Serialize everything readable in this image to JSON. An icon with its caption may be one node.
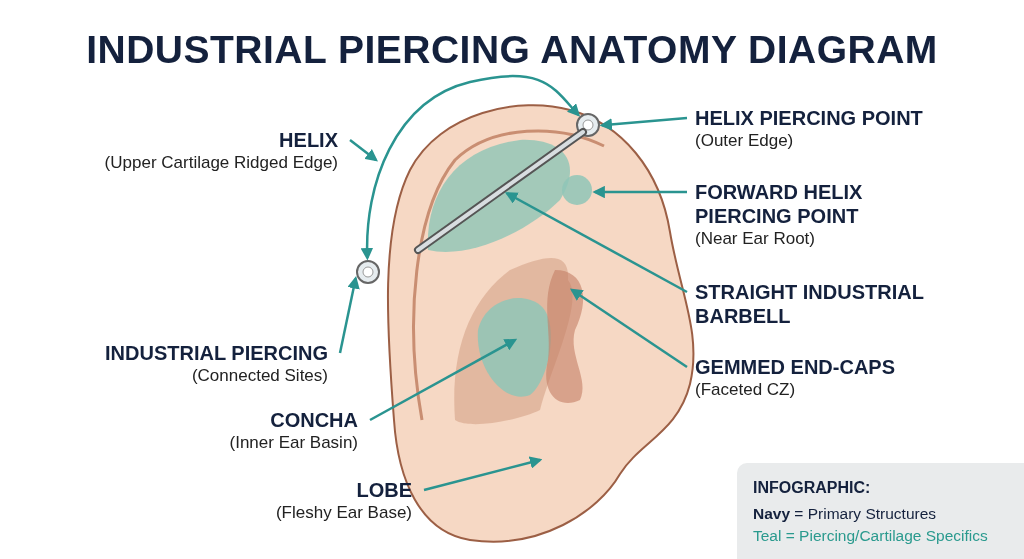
{
  "diagram": {
    "title": "INDUSTRIAL PIERCING ANATOMY DIAGRAM",
    "nodes": [
      {
        "text": [
          "HELIX",
          "(Upper Cartilage Ridged Edge)"
        ]
      },
      {
        "text": [
          "HELIX PIERCING POINT",
          "(Outer Edge)"
        ]
      },
      {
        "text": [
          "FORWARD HELIX PIERCING POINT",
          "(Near Ear Root)"
        ]
      },
      {
        "text": [
          "STRAIGHT INDUSTRIAL BARBELL"
        ]
      },
      {
        "text": [
          "INDUSTRIAL PIERCING",
          "(Connected Sites)"
        ]
      },
      {
        "text": [
          "GEMMED END-CAPS",
          "(Faceted CZ)"
        ]
      },
      {
        "text": [
          "CONCHA",
          "(Inner Ear Basin)"
        ]
      },
      {
        "text": [
          "LOBE",
          "(Fleshy Ear Base)"
        ]
      },
      {
        "text": [],
        "shape": "picture"
      },
      {
        "text": [],
        "shape": "picture"
      },
      {
        "text": [],
        "shape": "bar"
      },
      {
        "text": [],
        "shape": "circle"
      }
    ],
    "edges": [
      {
        "from": 0,
        "to": null,
        "arrow": "to"
      },
      {
        "from": 1,
        "to": 8,
        "arrow": "to"
      },
      {
        "from": 2,
        "to": 11,
        "arrow": "to"
      },
      {
        "from": 3,
        "to": 10,
        "arrow": "to"
      },
      {
        "from": 4,
        "to": 9,
        "arrow": "to"
      },
      {
        "from": 5,
        "to": null,
        "arrow": "to"
      },
      {
        "from": 6,
        "to": null,
        "arrow": "to"
      },
      {
        "from": 7,
        "to": null,
        "arrow": "to"
      },
      {
        "from": 9,
        "to": 8,
        "arrow": "both"
      }
    ],
    "labels": [
      "INFOGRAPHIC:"
    ],
    "legend": [
      {
        "text": "**Navy** = Primary Structures",
        "color": "#14213d"
      },
      {
        "text": "Teal = Piercing/Cartilage Specifics",
        "color": "#2a9a8e"
      }
    ]
  }
}
